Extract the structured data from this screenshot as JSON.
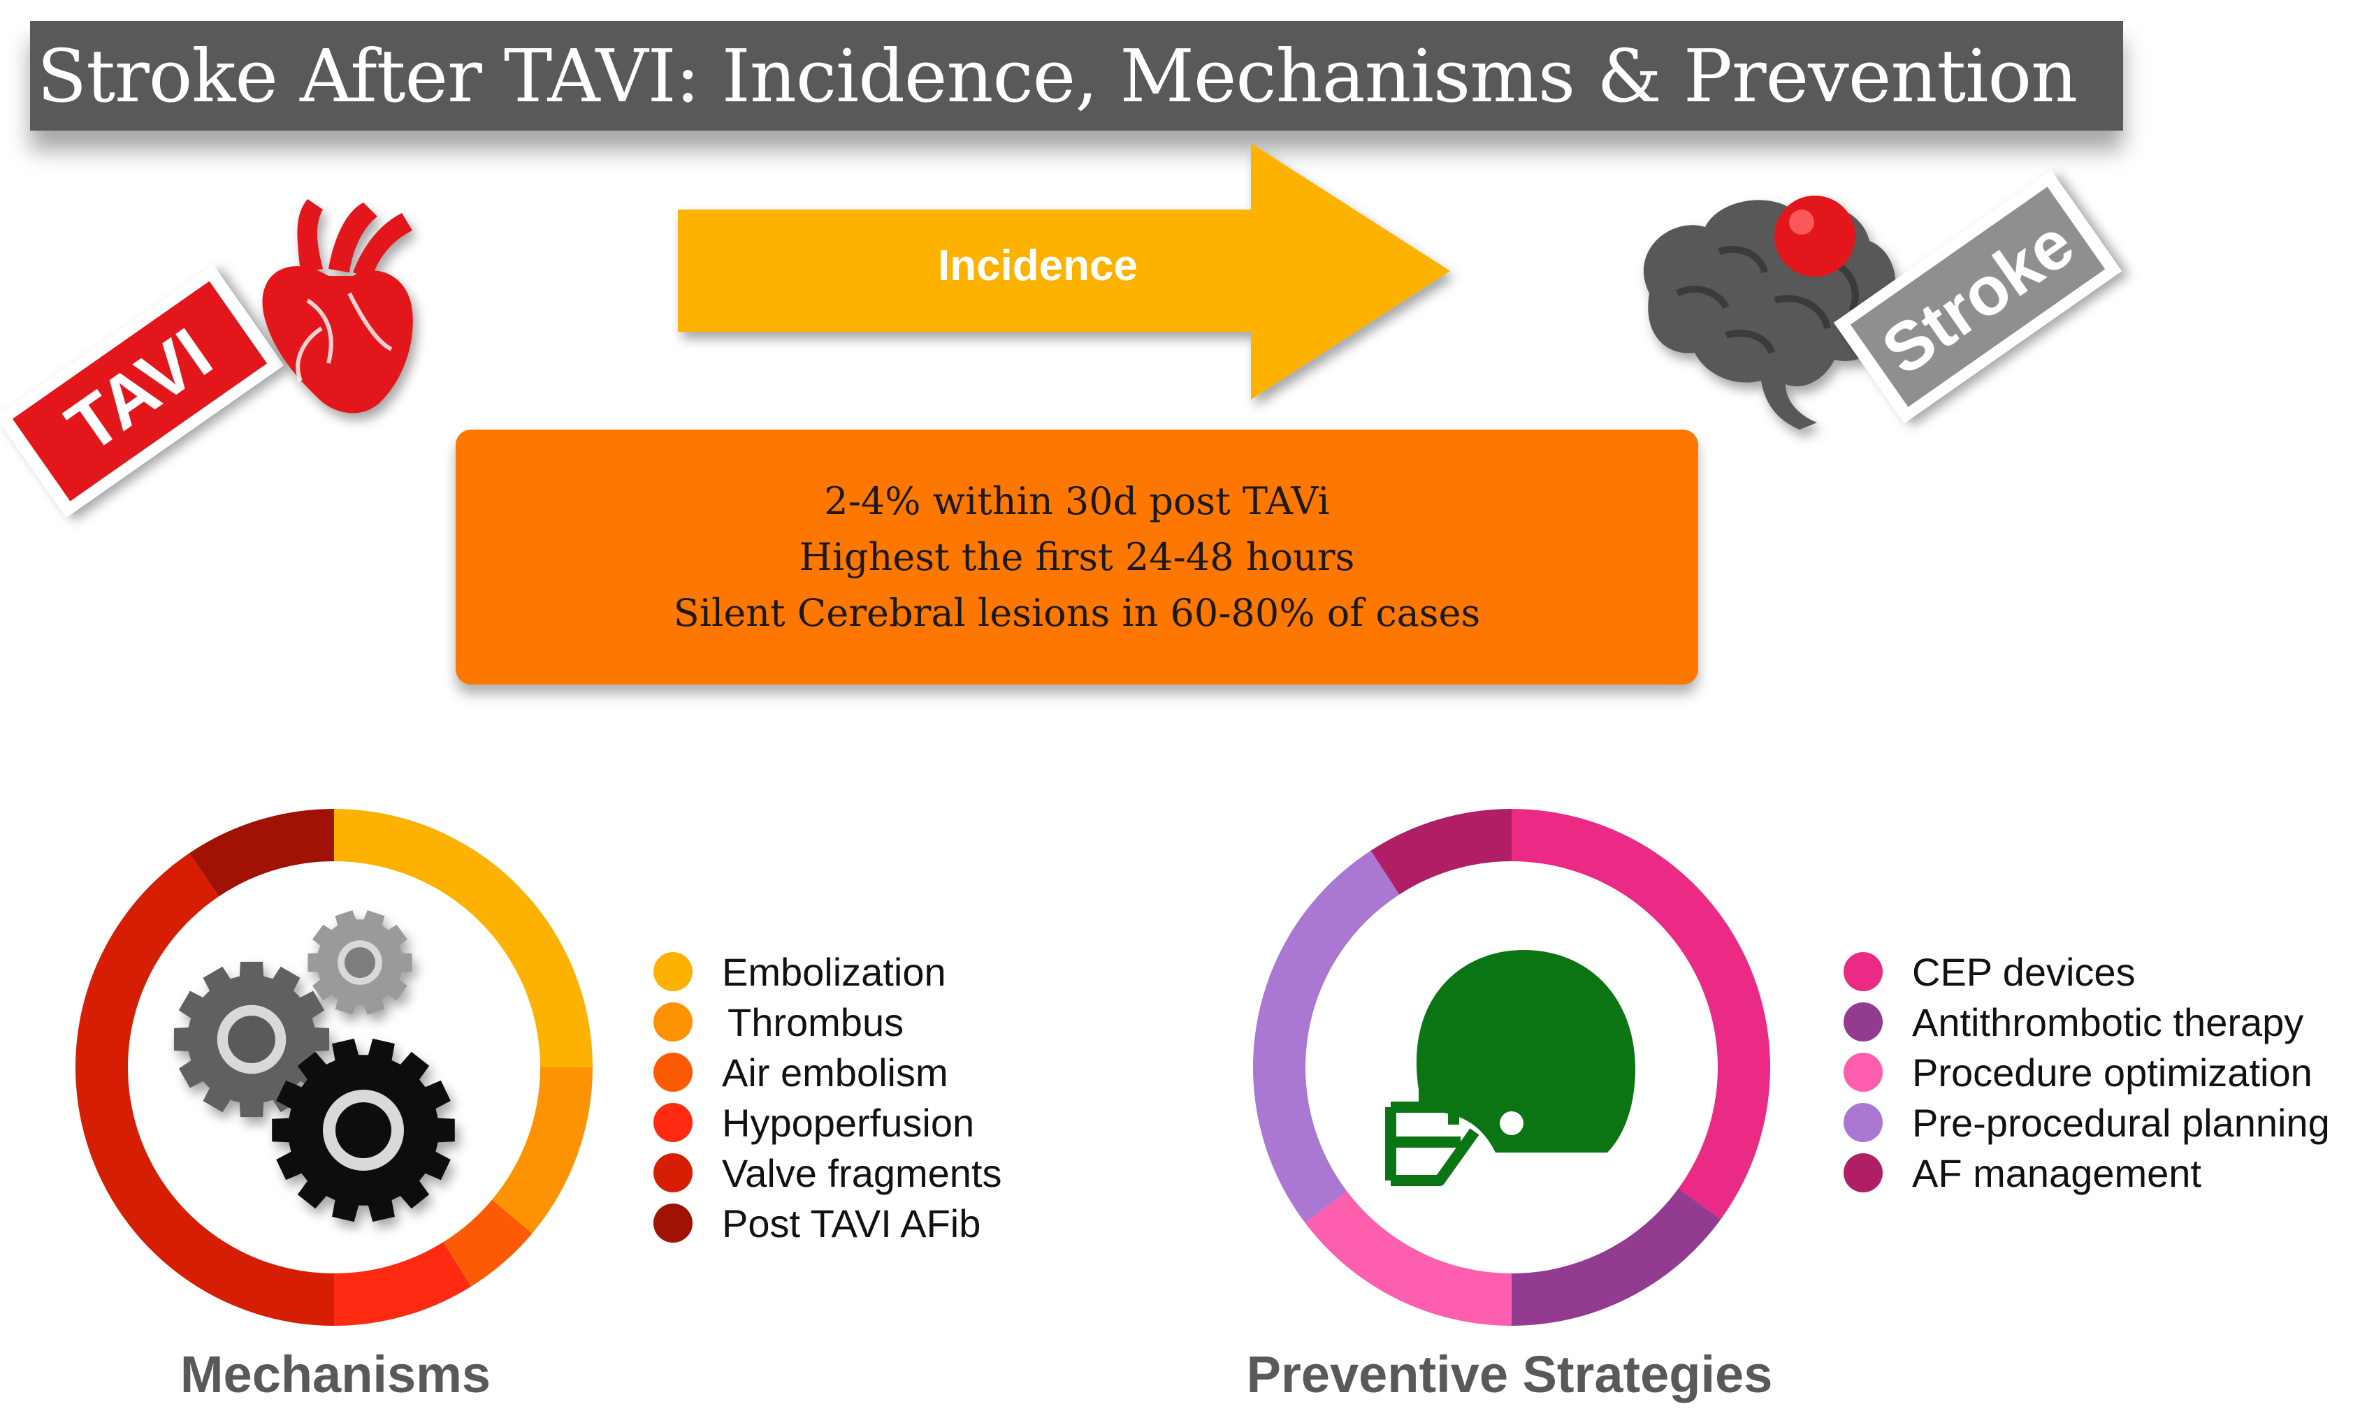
{
  "title": "Stroke After TAVI: Incidence, Mechanisms & Prevention",
  "badges": {
    "left": "TAVI",
    "right": "Stroke"
  },
  "arrow": {
    "label": "Incidence",
    "color": "#fdb202"
  },
  "incidence_box": {
    "color": "#fe7700",
    "lines": [
      "2-4% within 30d post TAVi",
      "Highest the first 24-48 hours",
      "Silent Cerebral lesions in 60-80% of cases"
    ]
  },
  "mechanisms": {
    "title": "Mechanisms",
    "icon": "gears-icon",
    "legend": [
      {
        "label": "Embolization",
        "color": "#fdb202"
      },
      {
        "label": "Thrombus",
        "color": "#fd9202"
      },
      {
        "label": "Air embolism",
        "color": "#fd5a05"
      },
      {
        "label": "Hypoperfusion",
        "color": "#fe2a12"
      },
      {
        "label": "Valve fragments",
        "color": "#d61e04"
      },
      {
        "label": "Post TAVI AFib",
        "color": "#a01203"
      }
    ]
  },
  "strategies": {
    "title": "Preventive Strategies",
    "icon": "helmet-icon",
    "legend": [
      {
        "label": "CEP devices",
        "color": "#ea2a84"
      },
      {
        "label": "Antithrombotic therapy",
        "color": "#933b91"
      },
      {
        "label": "Procedure optimization",
        "color": "#fd5fae"
      },
      {
        "label": "Pre-procedural planning",
        "color": "#aa77d3"
      },
      {
        "label": "AF management",
        "color": "#b01e66"
      }
    ]
  }
}
